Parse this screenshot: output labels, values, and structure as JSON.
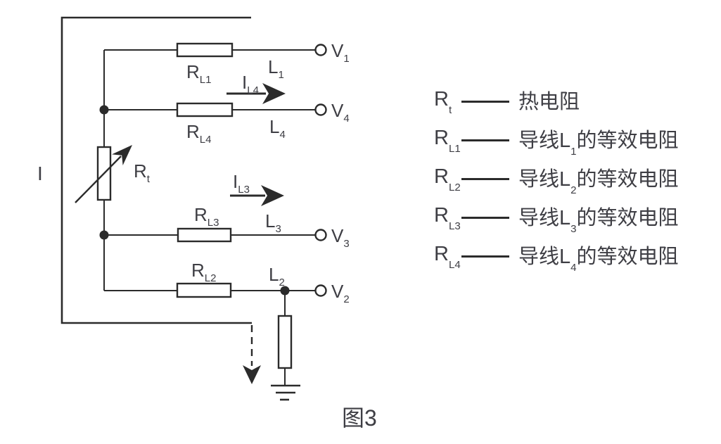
{
  "figure_caption": "图3",
  "circuit": {
    "source_current": "I",
    "thermal_resistor": {
      "main": "R",
      "sub": "t"
    },
    "branches": [
      {
        "resistor_main": "R",
        "resistor_sub": "L1",
        "wire_main": "L",
        "wire_sub": "1",
        "terminal_main": "V",
        "terminal_sub": "1"
      },
      {
        "resistor_main": "R",
        "resistor_sub": "L4",
        "wire_main": "L",
        "wire_sub": "4",
        "terminal_main": "V",
        "terminal_sub": "4"
      },
      {
        "resistor_main": "R",
        "resistor_sub": "L3",
        "wire_main": "L",
        "wire_sub": "3",
        "terminal_main": "V",
        "terminal_sub": "3"
      },
      {
        "resistor_main": "R",
        "resistor_sub": "L2",
        "wire_main": "L",
        "wire_sub": "2",
        "terminal_main": "V",
        "terminal_sub": "2"
      }
    ],
    "current_arrows": [
      {
        "main": "I",
        "sub": "L4"
      },
      {
        "main": "I",
        "sub": "L3"
      }
    ]
  },
  "legend": {
    "rows": [
      {
        "sym_main": "R",
        "sym_sub": "t",
        "desc_pre": "热电阻",
        "desc_sub": "",
        "desc_post": ""
      },
      {
        "sym_main": "R",
        "sym_sub": "L1",
        "desc_pre": "导线L",
        "desc_sub": "1",
        "desc_post": "的等效电阻"
      },
      {
        "sym_main": "R",
        "sym_sub": "L2",
        "desc_pre": "导线L",
        "desc_sub": "2",
        "desc_post": "的等效电阻"
      },
      {
        "sym_main": "R",
        "sym_sub": "L3",
        "desc_pre": "导线L",
        "desc_sub": "3",
        "desc_post": "的等效电阻"
      },
      {
        "sym_main": "R",
        "sym_sub": "L4",
        "desc_pre": "导线L",
        "desc_sub": "4",
        "desc_post": "的等效电阻"
      }
    ]
  },
  "colors": {
    "line": "#2b2b2b",
    "text": "#3e3e44",
    "background": "#ffffff"
  }
}
